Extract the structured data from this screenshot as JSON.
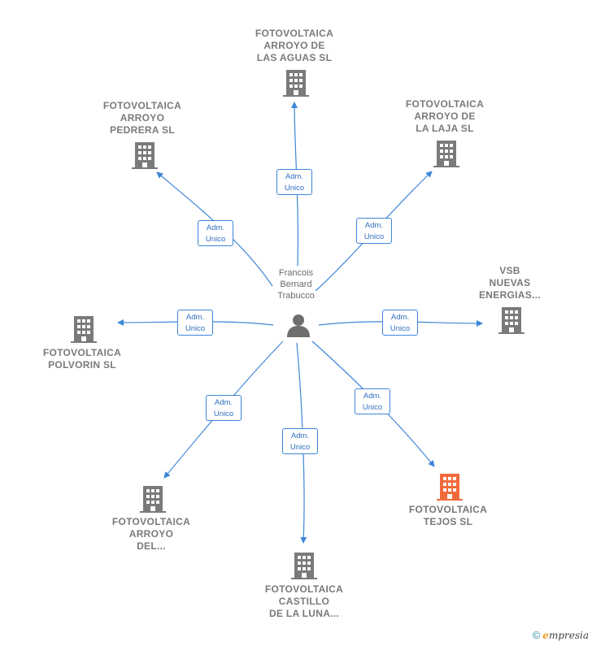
{
  "person": {
    "name": "Francois\nBernard\nTrabucco"
  },
  "relation_label": "Adm.\nUnico",
  "companies": [
    {
      "id": "aguas",
      "name": "FOTOVOLTAICA\nARROYO DE\nLAS AGUAS  SL"
    },
    {
      "id": "pedrera",
      "name": "FOTOVOLTAICA\nARROYO\nPEDRERA  SL"
    },
    {
      "id": "laja",
      "name": "FOTOVOLTAICA\nARROYO DE\nLA LAJA  SL"
    },
    {
      "id": "vsb",
      "name": "VSB\nNUEVAS\nENERGIAS..."
    },
    {
      "id": "polvorin",
      "name": "FOTOVOLTAICA\nPOLVORIN  SL"
    },
    {
      "id": "del",
      "name": "FOTOVOLTAICA\nARROYO\nDEL..."
    },
    {
      "id": "castillo",
      "name": "FOTOVOLTAICA\nCASTILLO\nDE LA LUNA..."
    },
    {
      "id": "tejos",
      "name": "FOTOVOLTAICA\nTEJOS  SL"
    }
  ],
  "colors": {
    "edge": "#3d86d8",
    "building": "#7a7a7a",
    "highlight": "#f26a3a"
  },
  "footer": {
    "copyright": "©",
    "brand_first": "e",
    "brand_rest": "mpresia"
  }
}
